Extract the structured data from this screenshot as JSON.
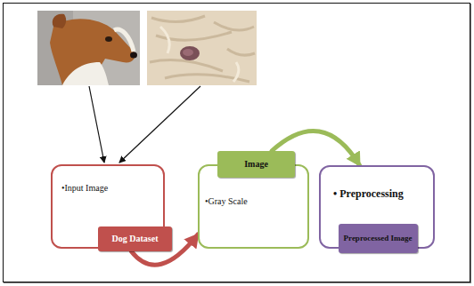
{
  "diagram": {
    "nodes": [
      {
        "text": [
          "•Input Image"
        ]
      },
      {
        "text": [
          "Dog Dataset"
        ]
      },
      {
        "text": [
          "•Gray Scale"
        ]
      },
      {
        "text": [
          "Image"
        ]
      },
      {
        "text": [
          "• Preprocessing"
        ]
      },
      {
        "text": [
          "Preprocessed Image"
        ]
      }
    ],
    "edges": [
      {
        "from": 1,
        "to": 2,
        "arrow": "to"
      },
      {
        "from": 3,
        "to": 4,
        "arrow": "to"
      }
    ]
  }
}
